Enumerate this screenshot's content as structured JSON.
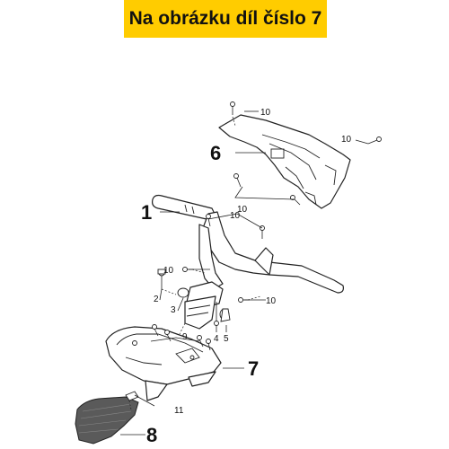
{
  "banner": {
    "text": "Na obrázku díl číslo 7",
    "background": "#ffcc00"
  },
  "callouts": {
    "p1": "1",
    "p2": "2",
    "p3": "3",
    "p4": "4",
    "p5": "5",
    "p6": "6",
    "p7": "7",
    "p8": "8",
    "p9": "9",
    "p10a": "10",
    "p10b": "10",
    "p10c": "10",
    "p10d": "10",
    "p10e": "10",
    "p10f": "10",
    "p11": "11"
  }
}
